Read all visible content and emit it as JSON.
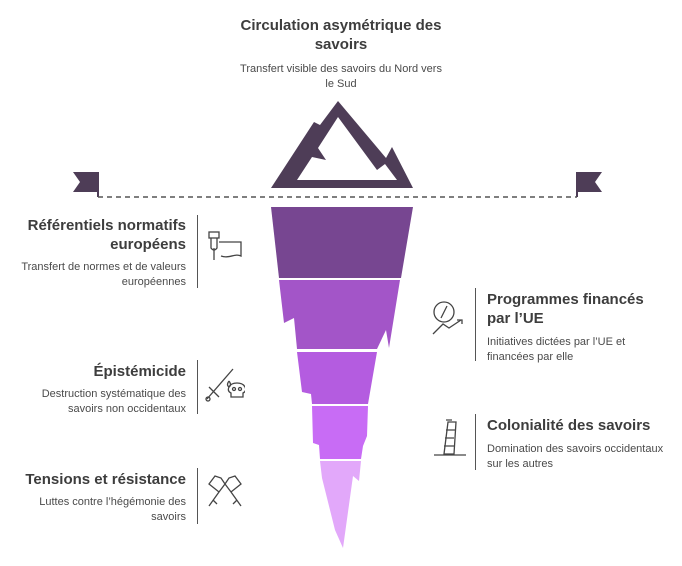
{
  "top": {
    "title": "Circulation asymétrique des savoirs",
    "desc": "Transfert visible des savoirs du Nord vers le Sud"
  },
  "items": [
    {
      "title": "Référentiels normatifs européens",
      "desc": "Transfert de normes et de valeurs européennes",
      "icon": "flag-hand-icon"
    },
    {
      "title": "Programmes financés par l’UE",
      "desc": "Initiatives dictées par l’UE et financées par elle",
      "icon": "currency-growth-icon"
    },
    {
      "title": "Épistémicide",
      "desc": "Destruction systématique des savoirs non occidentaux",
      "icon": "sword-skull-icon"
    },
    {
      "title": "Colonialité des savoirs",
      "desc": "Domination des savoirs occidentaux sur les autres",
      "icon": "leaning-tower-icon"
    },
    {
      "title": "Tensions et résistance",
      "desc": "Luttes contre l’hégémonie des savoirs",
      "icon": "boxing-gloves-icon"
    }
  ],
  "colors": {
    "mountain": "#4e3d57",
    "band1": "#774691",
    "band2": "#a355c8",
    "band3": "#b45ce0",
    "band4": "#c86cf5",
    "band5": "#e2a8fa"
  }
}
